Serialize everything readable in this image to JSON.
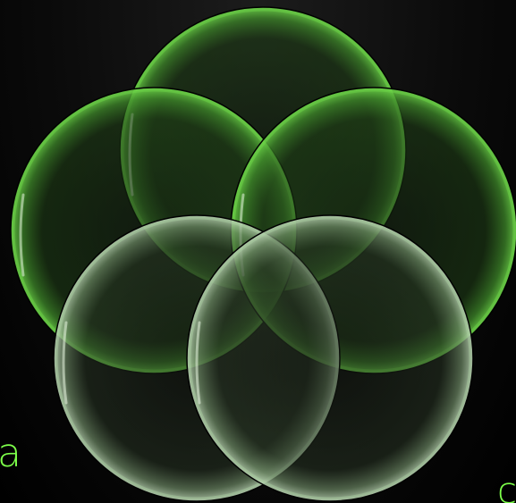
{
  "diagram": {
    "type": "venn",
    "set_count": 5,
    "circles": [
      {
        "name": "top",
        "fill": "#1f3a12",
        "stroke": "#6fd84a"
      },
      {
        "name": "upper-left",
        "fill": "#1f3a12",
        "stroke": "#6fd84a"
      },
      {
        "name": "upper-right",
        "fill": "#1f3a12",
        "stroke": "#6fd84a"
      },
      {
        "name": "lower-left",
        "fill": "#1e2a1a",
        "stroke": "#a9cfa0"
      },
      {
        "name": "lower-right",
        "fill": "#1e2a1a",
        "stroke": "#a9cfa0"
      }
    ],
    "labels": {
      "left": "a",
      "right": "c"
    },
    "colors": {
      "label": "#7dff4a",
      "background_top": "#1c1c1c",
      "background_bottom": "#000000"
    }
  }
}
